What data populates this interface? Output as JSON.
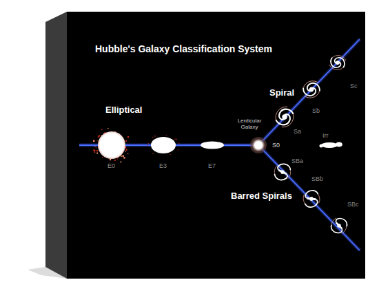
{
  "diagram": {
    "title": "Hubble's Galaxy Classification System",
    "labels": [
      "Elliptical",
      "E0",
      "E3",
      "E7",
      "Lenticular Galaxy",
      "S0",
      "Spiral",
      "Sa",
      "Sb",
      "Sc",
      "Irr",
      "SBa",
      "SBb",
      "SBc",
      "Barred Spirals"
    ]
  }
}
